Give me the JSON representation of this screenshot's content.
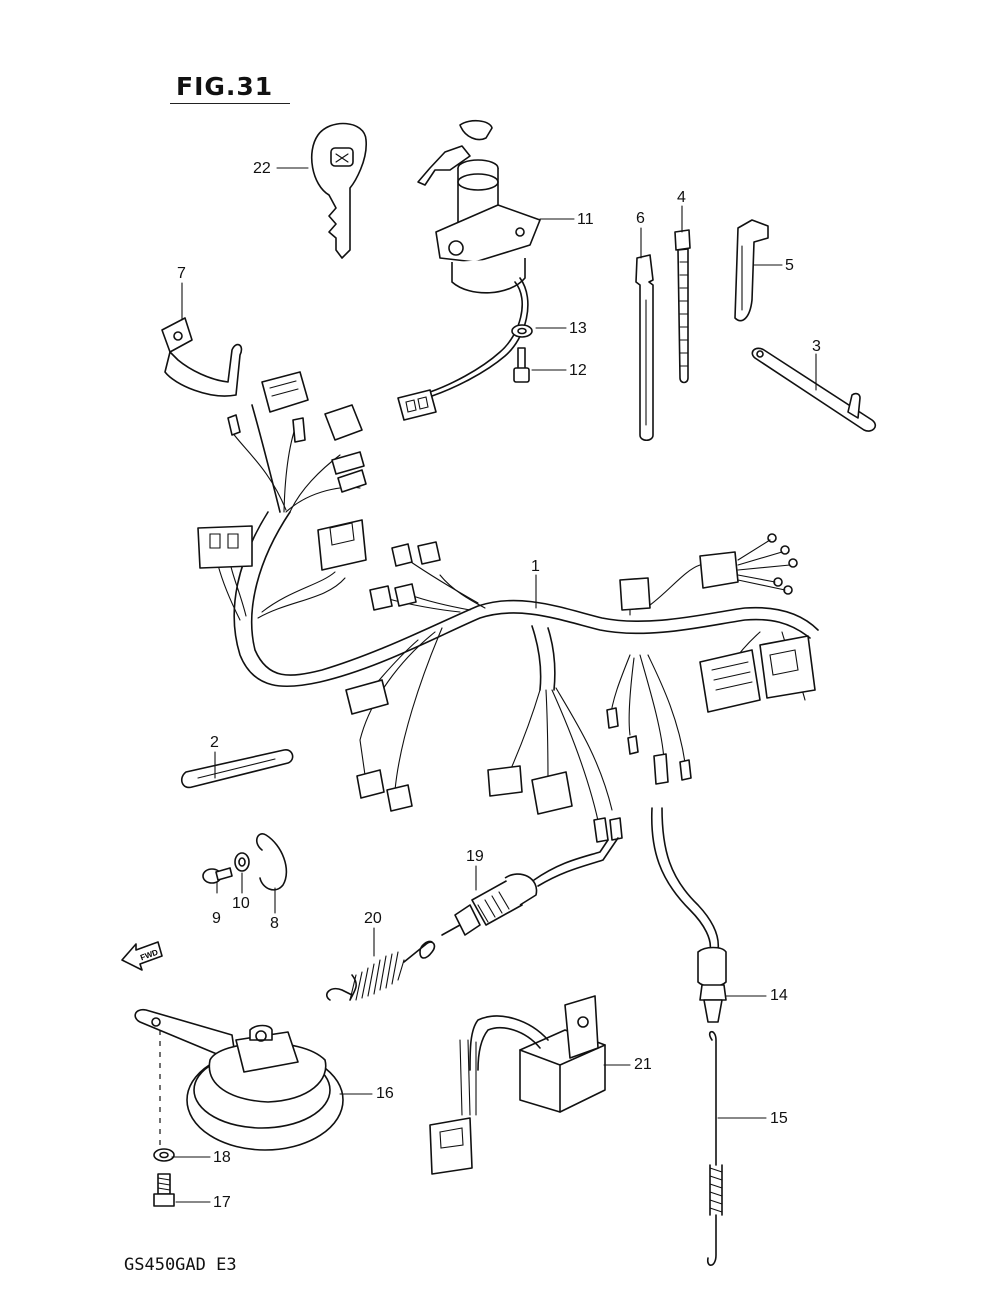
{
  "figure": {
    "title": "FIG.31",
    "model_code": "GS450GAD E3",
    "fwd_arrow_label": "FWD"
  },
  "callouts": {
    "p1": "1",
    "p2": "2",
    "p3": "3",
    "p4": "4",
    "p5": "5",
    "p6": "6",
    "p7": "7",
    "p8": "8",
    "p9": "9",
    "p10": "10",
    "p11": "11",
    "p12": "12",
    "p13": "13",
    "p14": "14",
    "p15": "15",
    "p16": "16",
    "p17": "17",
    "p18": "18",
    "p19": "19",
    "p20": "20",
    "p21": "21",
    "p22": "22"
  }
}
